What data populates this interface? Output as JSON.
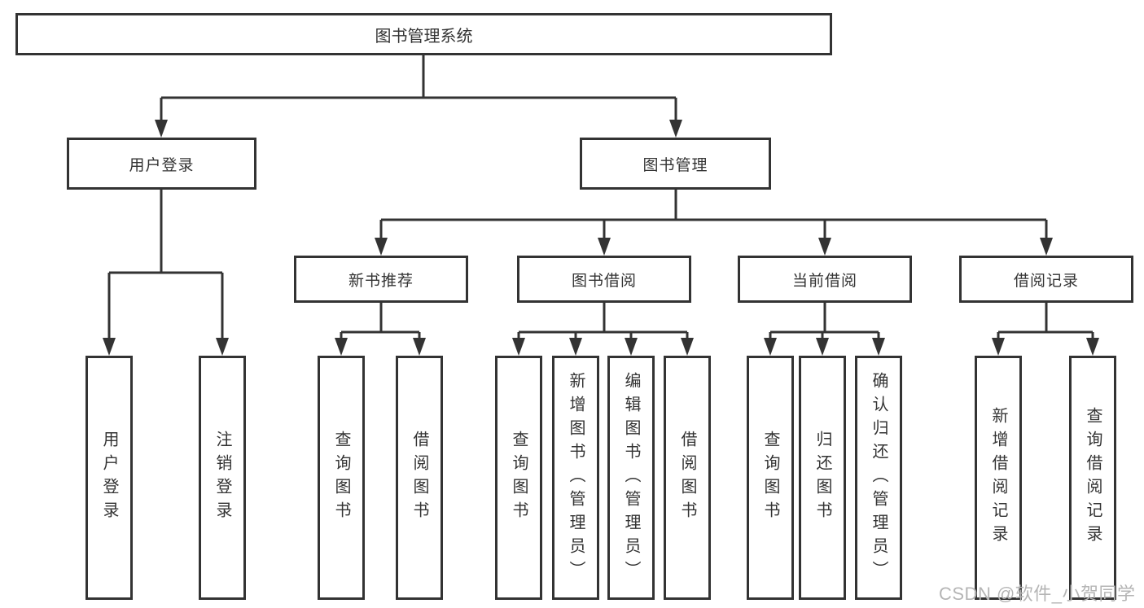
{
  "diagram": {
    "root": {
      "label": "图书管理系统"
    },
    "level2": [
      {
        "id": "user-login",
        "label": "用户登录"
      },
      {
        "id": "book-management",
        "label": "图书管理"
      }
    ],
    "level3": [
      {
        "id": "new-book-recommend",
        "label": "新书推荐"
      },
      {
        "id": "book-borrow",
        "label": "图书借阅"
      },
      {
        "id": "current-borrow",
        "label": "当前借阅"
      },
      {
        "id": "borrow-records",
        "label": "借阅记录"
      }
    ],
    "leaves": [
      {
        "group": "user-login",
        "label": "用户登录"
      },
      {
        "group": "user-login",
        "label": "注销登录"
      },
      {
        "group": "new-book-recommend",
        "label": "查询图书"
      },
      {
        "group": "new-book-recommend",
        "label": "借阅图书"
      },
      {
        "group": "book-borrow",
        "label": "查询图书"
      },
      {
        "group": "book-borrow",
        "label": "新增图书（管理员）"
      },
      {
        "group": "book-borrow",
        "label": "编辑图书（管理员）"
      },
      {
        "group": "book-borrow",
        "label": "借阅图书"
      },
      {
        "group": "current-borrow",
        "label": "查询图书"
      },
      {
        "group": "current-borrow",
        "label": "归还图书"
      },
      {
        "group": "current-borrow",
        "label": "确认归还（管理员）"
      },
      {
        "group": "borrow-records",
        "label": "新增借阅记录"
      },
      {
        "group": "borrow-records",
        "label": "查询借阅记录"
      }
    ]
  },
  "watermark": {
    "text": "CSDN @软件_小贺同学"
  },
  "colors": {
    "line": "#333333",
    "text": "#333333",
    "watermark": "#b5b5b5",
    "background": "#ffffff"
  }
}
